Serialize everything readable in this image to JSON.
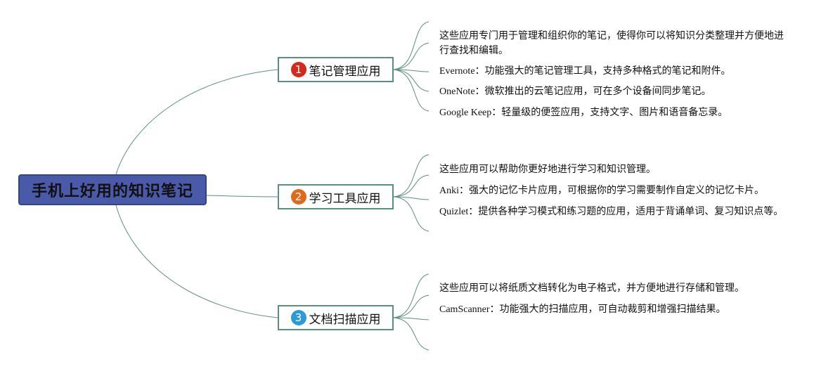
{
  "root": {
    "label": "手机上好用的知识笔记"
  },
  "colors": {
    "root_bg": "#4a5aa8",
    "line": "#5a8f7e",
    "badge1": "#d42a1e",
    "badge2": "#e06a1b",
    "badge3": "#2a9ad8"
  },
  "branches": [
    {
      "number": "1",
      "label": "笔记管理应用",
      "leaves": [
        {
          "term": "",
          "text": "这些应用专门用于管理和组织你的笔记，使得你可以将知识分类整理并方便地进行查找和编辑。"
        },
        {
          "term": "Evernote",
          "text": "：功能强大的笔记管理工具，支持多种格式的笔记和附件。"
        },
        {
          "term": "OneNote",
          "text": "：微软推出的云笔记应用，可在多个设备间同步笔记。"
        },
        {
          "term": "Google Keep",
          "text": "：轻量级的便签应用，支持文字、图片和语音备忘录。"
        }
      ]
    },
    {
      "number": "2",
      "label": "学习工具应用",
      "leaves": [
        {
          "term": "",
          "text": "这些应用可以帮助你更好地进行学习和知识管理。"
        },
        {
          "term": "Anki",
          "text": "：强大的记忆卡片应用，可根据你的学习需要制作自定义的记忆卡片。"
        },
        {
          "term": "Quizlet",
          "text": "：提供各种学习模式和练习题的应用，适用于背诵单词、复习知识点等。"
        }
      ]
    },
    {
      "number": "3",
      "label": "文档扫描应用",
      "leaves": [
        {
          "term": "",
          "text": "这些应用可以将纸质文档转化为电子格式，并方便地进行存储和管理。"
        },
        {
          "term": "CamScanner",
          "text": "：功能强大的扫描应用，可自动裁剪和增强扫描结果。"
        }
      ]
    }
  ]
}
